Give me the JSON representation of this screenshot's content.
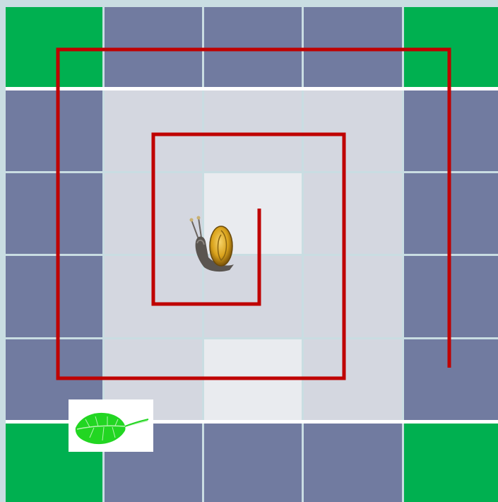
{
  "board": {
    "rows": 6,
    "cols": 5,
    "colors": {
      "corner": "#00b050",
      "outer": "#717ba0",
      "inner": "#d4d7e0",
      "center": "#e9ebef",
      "grid_line": "#ffffff",
      "background": "#c9dde2"
    },
    "cells": [
      [
        "corner",
        "outer",
        "outer",
        "outer",
        "corner"
      ],
      [
        "outer",
        "inner",
        "inner",
        "inner",
        "outer"
      ],
      [
        "outer",
        "inner",
        "center",
        "inner",
        "outer"
      ],
      [
        "outer",
        "inner",
        "inner",
        "inner",
        "outer"
      ],
      [
        "outer",
        "inner",
        "center",
        "inner",
        "outer"
      ],
      [
        "corner",
        "outer",
        "outer",
        "outer",
        "corner"
      ]
    ]
  },
  "path": {
    "color": "#bf0000",
    "description_shape": "rectangular spiral from center outward"
  },
  "sprites": {
    "player": {
      "icon": "snail-icon",
      "shell_color": "#d9a21b",
      "body_color": "#5a5550"
    },
    "goal": {
      "icon": "leaf-icon",
      "color": "#22d622"
    }
  }
}
